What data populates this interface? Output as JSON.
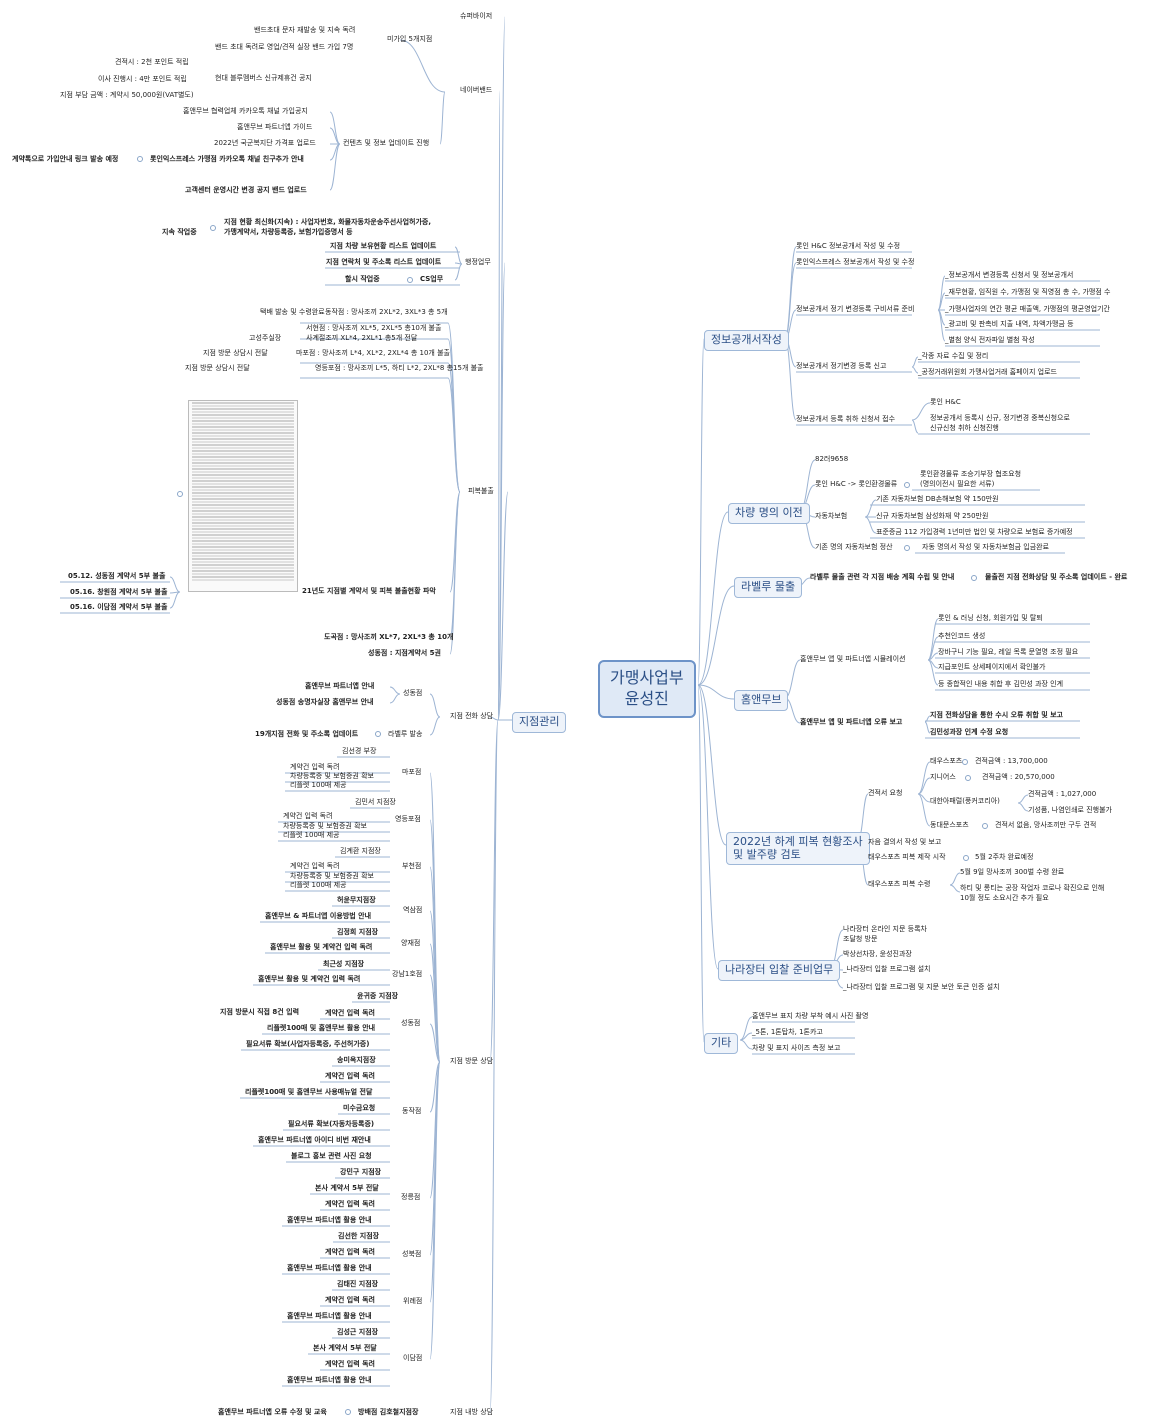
{
  "root": {
    "line1": "가맹사업부",
    "line2": "윤성진"
  },
  "right": {
    "info": {
      "label": "정보공개서작성",
      "items": [
        "롯인 H&C 정보공개서 작성 및 수정",
        "롯인익스프레스 정보공개서 작성 및 수정",
        "정보공개서 정기 변경등록 구비서류 준비",
        "정보공개서 정기변경 등록 신고",
        "정보공개서 등록 취하 신청서 접수"
      ],
      "c3": [
        "_정보공개서 변경등록 신청서 및 정보공개서",
        "_재무현황, 임직원 수, 가맹점 및 직영점 총 수, 가맹점 수",
        "_가맹사업자의 연간 평균 매출액, 가맹점의 평균영업기간",
        "_광고비 및 판촉비 지출 내역, 차액가맹금 등",
        "_별첨 양식 전자파일 별첨 작성"
      ],
      "c4": [
        "_각종 자료 수집 및 정리",
        "_공정거래위원회 가맹사업거래 홈페이지 업로드"
      ],
      "c5": [
        "롯인 H&C",
        "정보공개서 등록시 신규, 정기변경 중복신청으로",
        "신규신청 취하 신청진행"
      ]
    },
    "vehicle": {
      "label": "차량 명의 이전",
      "items": [
        "82러9658",
        "롯인 H&C -> 롯인환경물류",
        "자동차보험",
        "기존 명의 자동차보험 정산"
      ],
      "c2": [
        "롯인환경물류 조승기부장 협조요청",
        "(명의이전시 필요한 서류)"
      ],
      "c3": [
        "기존 자동차보험 DB손해보험 약 150만원",
        "신규 자동차보험 삼성화재 약 250만원",
        "표준증금 112 가입경력 1년미만 법인 및 차량으로 보험료 증가예정"
      ],
      "c4": [
        "자동 명의서 작성 및 자동차보험금 입금완료"
      ]
    },
    "label": {
      "label": "라벨루 물출",
      "c1": "라벨루 물출 관련 각 지점 배송 계획 수립 및 안내",
      "c2": "물출전 지점 전화상담 및 주소록 업데이트 - 완료"
    },
    "home": {
      "label": "홈앤무브",
      "items": [
        "홈앤무브 앱 및 파트너앱 시뮬레이션",
        "홈앤무브 앱 및 파트너앱 오류 보고"
      ],
      "c1": [
        "롯인 & 러닝 신청, 회원가입 및 탈퇴",
        "추천인코드 생성",
        "장바구니 기능 필요, 레일 목록 문열명 조정 필요",
        "지급포인트 상세페이지에서 확인불가",
        "등 종합적인 내용 취합 후 김민성 과장 인계"
      ],
      "c2": [
        "지점 전화상담을 통한 수시 오류 취합 및 보고",
        "김민성과장 인계 수정 요청"
      ]
    },
    "survey": {
      "label1": "2022년 하계 피복 현황조사",
      "label2": "및 발주량 검토",
      "items": [
        "견적서 요청",
        "자음 결의서 작성 및 보고",
        "태우스포츠 피복 제작 시작",
        "태우스포츠 피복 수령"
      ],
      "quotes": [
        "태우스포츠",
        "지니어스",
        "대한아패럴(풍커코리아)",
        "동대문스포츠"
      ],
      "qv": [
        "견적금액 : 13,700,000",
        "견적금액 : 20,570,000",
        "견적금액 : 1,027,000",
        "기성품, 나염인쇄로 진행불가",
        "견적서 없음, 망사조끼만 구두 견적"
      ],
      "c3": "5월 2주차 완료예정",
      "c4": [
        "5월 9일 망사조끼 300벌 수령 완료",
        "하티 및 롱티는 공장 작업자 코로나 확진으로 인해",
        "10월 정도 소요시간 추가 필요"
      ]
    },
    "nara": {
      "label": "나라장터 입찰 준비업무",
      "items": [
        "나라장터 온라인 지문 등록차",
        "조달청 방문",
        "박상선차장, 윤성진과장",
        "_나라장터 입찰 프로그램 설치",
        "_나라장터 입찰 프로그램 및 지문 보안 토큰 인증 설치"
      ]
    },
    "etc": {
      "label": "기타",
      "items": [
        "홈앤무브 표지 차량 부착 예시 사진 촬영",
        "_5톤, 1톤탑차, 1톤카고",
        "차량 및 표지 사이즈 측정 보고"
      ]
    }
  },
  "left": {
    "main": "지점관리",
    "sv": "슈퍼바이저",
    "naver": {
      "label": "네이버밴드",
      "unjoined": "미가입 5개지점",
      "uj": [
        "밴드초대 문자 재발송 및 지속 독려",
        "밴드 초대 독려로 영업/견적 실장 밴드 가입 7명"
      ],
      "content": "컨텐츠 및 정보 업데이트 진행",
      "hyundai": "현대 블루멤버스 신규제휴건 공지",
      "hy": [
        "견적시 : 2천 포인트 적립",
        "이사 진행시 : 4만 포인트 적립",
        "지점 부담 금액 : 계약시 50,000원(VAT별도)"
      ],
      "cl": [
        "홈앤무브 협력업체 카카오톡 채널 가입공지",
        "홈앤무브 파트너앱 가이드",
        "2022년 국군복지단 가격표 업로드",
        "롯인익스프레스 가맹점 카카오톡 채널 친구추가 안내",
        "고객센터 운영시간 변경 공지 밴드 업로드"
      ],
      "join": "계약톡으로 가입안내 링크 발송 예정"
    },
    "admin": {
      "label": "행정업무",
      "items": [
        "지점 현황 최신화(지속) : 사업자번호, 화물자동차운송주선사업허가증,",
        "가맹계약서, 차량등록증, 보험가입증명서 등",
        "지점 차량 보유현황 리스트 업데이트",
        "지점 연락처 및 주소록 리스트 업데이트",
        "CS업무"
      ],
      "keep": "지속 작업중",
      "cs": "할시 작업중"
    },
    "uniform": {
      "label": "피복불출",
      "rows": [
        "택배 발송 및 수령완료",
        "동작점 : 망사조끼 2XL*2, 3XL*3 총 5개",
        "고성주실장",
        "서현점 : 망사조끼 XL*5, 2XL*5 총10개 불출",
        "사계절조끼 XL*4, 2XL*1 총5개 전달",
        "지점 방문 상담시 전달",
        "마포점 : 망사조끼 L*4, XL*2, 2XL*4 총 10개 불출",
        "지점 방문 상담시 전달",
        "영등포점 : 망사조끼 L*5, 하티 L*2, 2XL*8 총15개 불출"
      ],
      "thumbTitle": "21년도 지점별 계약서 및 피복 불출현황 파악",
      "dates": [
        "05.12. 성동점 계약서 5부 불출",
        "05.16. 창원점 계약서 5부 불출",
        "05.16. 이담점 계약서 5부 불출"
      ],
      "do": "도곡점 : 망사조끼 XL*7, 2XL*3 총 10개",
      "sd": "성동점 : 지점계약서 5권"
    },
    "phone": {
      "label": "지점 전화 상담",
      "sd": "성동점",
      "sd1": [
        "홈앤무브 파트너앱 안내",
        "성동점 송명자실장 홈앤무브 안내"
      ],
      "lb": "라벨루 발송",
      "lb1": "19개지점 전화 및 주소록 업데이트"
    },
    "visit": {
      "label": "지점 방문 상담",
      "branches": [
        {
          "name": "마포점",
          "items": [
            "김선경 부장",
            "계약건 입력 독려",
            "차량등록증 및 보험증권 확보",
            "리플렛 100매 제공"
          ]
        },
        {
          "name": "영등포점",
          "items": [
            "김민서 지점장",
            "계약건 입력 독려",
            "차량등록증 및 보험증권 확보",
            "리플렛 100매 제공"
          ]
        },
        {
          "name": "부천점",
          "items": [
            "김계환 지점장",
            "계약건 입력 독려",
            "차량등록증 및 보험증권 확보",
            "리플렛 100매 제공"
          ]
        },
        {
          "name": "역삼점",
          "items": [
            "허윤무지점장",
            "홈앤무브 & 파트너앱 이용방법 안내"
          ]
        },
        {
          "name": "양재점",
          "items": [
            "김정희 지점장",
            "홈앤무브 활용 및 계약건 입력 독려"
          ]
        },
        {
          "name": "강남1호점",
          "items": [
            "최근성 지점장",
            "홈앤무브 활용 및 계약건 입력 독려"
          ]
        },
        {
          "name": "성동점",
          "items": [
            "윤귀중 지점장",
            "계약건 입력 독려",
            "지점 방문시 직접 8건 입력",
            "리플렛100매 및 홈앤무브 활용 안내",
            "필요서류 확보(사업자등록증, 주선허가증)"
          ]
        },
        {
          "name": "동작점",
          "items": [
            "송미옥지점장",
            "계약건 입력 독려",
            "리플렛100매 및 홈앤무브 사용매뉴얼 전달",
            "미수금요청",
            "필요서류 확보(자동차등록증)",
            "홈앤무브 파트너앱 아이디 비번 재안내",
            "블로그 홍보 관련 사진 요청"
          ]
        },
        {
          "name": "정릉점",
          "items": [
            "강민구 지점장",
            "본사 계약서 5부 전달",
            "계약건 입력 독려",
            "홈앤무브 파트너앱 활용 안내"
          ]
        },
        {
          "name": "성북점",
          "items": [
            "김선한 지점장",
            "계약건 입력 독려",
            "홈앤무브 파트너앱 활용 안내"
          ]
        },
        {
          "name": "위례점",
          "items": [
            "김태진 지점장",
            "계약건 입력 독려",
            "홈앤무브 파트너앱 활용 안내"
          ]
        },
        {
          "name": "이담점",
          "items": [
            "김성근 지점장",
            "본사 계약서 5부 전달",
            "계약건 입력 독려",
            "홈앤무브 파트너앱 활용 안내"
          ]
        }
      ]
    },
    "inner": {
      "label": "지점 내방 상담",
      "branch": "방배점 김호철지점장",
      "note": "홈앤무브 파트너앱 오류 수정 및 교육"
    }
  }
}
